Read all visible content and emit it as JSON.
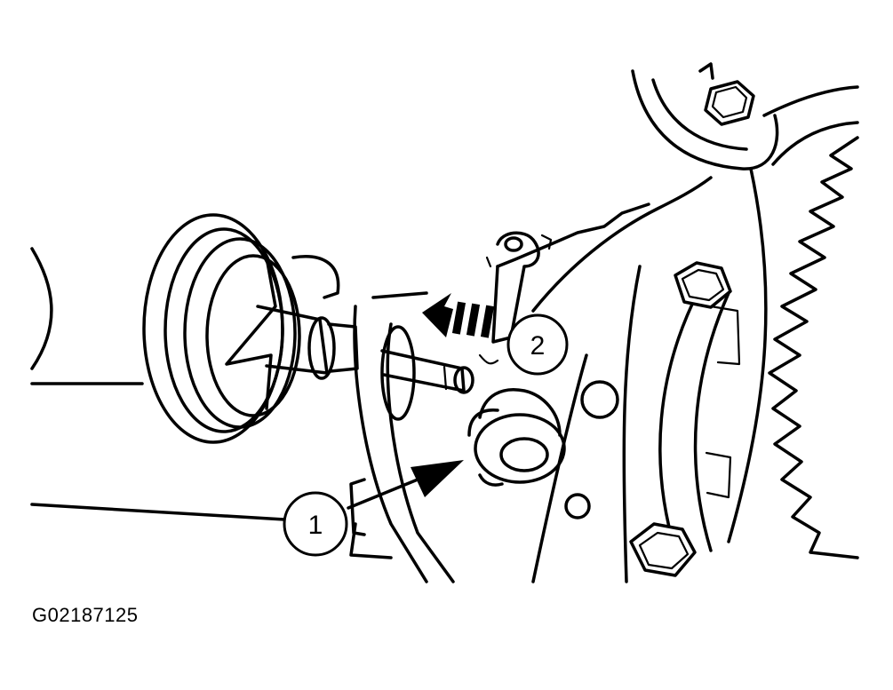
{
  "figure": {
    "callouts": [
      {
        "label": "1"
      },
      {
        "label": "2"
      }
    ],
    "figure_code": "G02187125"
  }
}
